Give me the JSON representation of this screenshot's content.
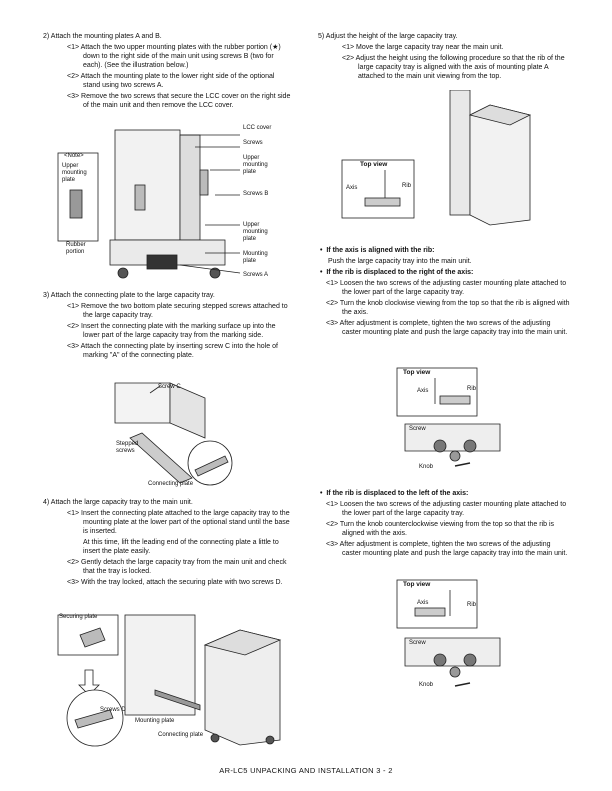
{
  "left": {
    "s2": {
      "head": "2)   Attach the mounting plates A and B.",
      "i1": "<1>  Attach the two upper mounting plates with the rubber portion (★) down to the right side of the main unit using screws B (two for each). (See the illustration below.)",
      "i2": "<2>  Attach the mounting plate to the lower right side of the optional stand using two screws A.",
      "i3": "<3>  Remove the two screws that secure the LCC cover on the right side of the main unit and then remove the LCC cover."
    },
    "fig1": {
      "lcc_cover": "LCC cover",
      "screws": "Screws",
      "note": "<Note>",
      "upper_plate_note": "Upper mounting plate",
      "rubber": "Rubber portion",
      "upper_plate": "Upper mounting plate",
      "screws_b": "Screws B",
      "upper_plate2": "Upper mounting plate",
      "mounting_plate": "Mounting plate",
      "screws_a": "Screws A"
    },
    "s3": {
      "head": "3)   Attach the connecting plate to the large capacity tray.",
      "i1": "<1>  Remove the two bottom plate securing stepped screws attached to the large capacity tray.",
      "i2": "<2>  Insert the connecting plate with the marking surface up into the lower part of the large capacity tray from the marking side.",
      "i3": "<3>  Attach the connecting plate by inserting screw C into the hole of marking \"A\" of the connecting plate."
    },
    "fig2": {
      "screw_c": "Screw C",
      "stepped": "Stepped screws",
      "conn_plate": "Connecting plate"
    },
    "s4": {
      "head": "4)   Attach the large capacity tray to the main unit.",
      "i1": "<1>  Insert the connecting plate attached to the large capacity tray to the mounting plate at the lower part of the optional stand until the base is inserted.",
      "i1b": "At this time, lift the leading end of the connecting plate a little to insert the plate easily.",
      "i2": "<2>  Gently detach the large capacity tray from the main unit and check that the tray is locked.",
      "i3": "<3>  With the tray locked, attach the securing plate with two screws D."
    },
    "fig3": {
      "securing": "Securing plate",
      "screws_d": "Screws D",
      "mounting": "Mounting plate",
      "connecting": "Connecting plate"
    }
  },
  "right": {
    "s5": {
      "head": "5)   Adjust the height of the large capacity tray.",
      "i1": "<1>  Move the large capacity tray near the main unit.",
      "i2": "<2>  Adjust the height using the following procedure so that the rib of the large capacity tray is aligned with the axis of mounting plate A attached to the main unit viewing from the top."
    },
    "fig4": {
      "top_view": "Top view",
      "axis": "Axis",
      "rib": "Rib"
    },
    "aligned": {
      "head": "If the axis is aligned with the rib:",
      "body": "Push the large capacity tray into the main unit."
    },
    "right_case": {
      "head": "If the rib is displaced to the right of the axis:",
      "i1": "<1>  Loosen the two screws of the adjusting caster mounting plate attached to the lower part of the large capacity tray.",
      "i2": "<2>  Turn the knob clockwise viewing from the top so that the rib is aligned with the axis.",
      "i3": "<3>  After adjustment is complete, tighten the two screws of the adjusting caster mounting plate and push the large capacity tray into the main unit."
    },
    "fig5": {
      "top_view": "Top view",
      "axis": "Axis",
      "rib": "Rib",
      "screw": "Screw",
      "knob": "Knob"
    },
    "left_case": {
      "head": "If the rib is displaced to the left of the axis:",
      "i1": "<1>  Loosen the two screws of the adjusting caster mounting plate attached to the lower part of the large capacity tray.",
      "i2": "<2>  Turn the knob counterclockwise viewing from the top so that the rib is aligned with the axis.",
      "i3": "<3>  After adjustment is complete, tighten the two screws of the adjusting caster mounting plate and push the large capacity tray into the main unit."
    },
    "fig6": {
      "top_view": "Top view",
      "axis": "Axis",
      "rib": "Rib",
      "screw": "Screw",
      "knob": "Knob"
    }
  },
  "footer": "AR-LC5  UNPACKING AND INSTALLATION  3 - 2"
}
